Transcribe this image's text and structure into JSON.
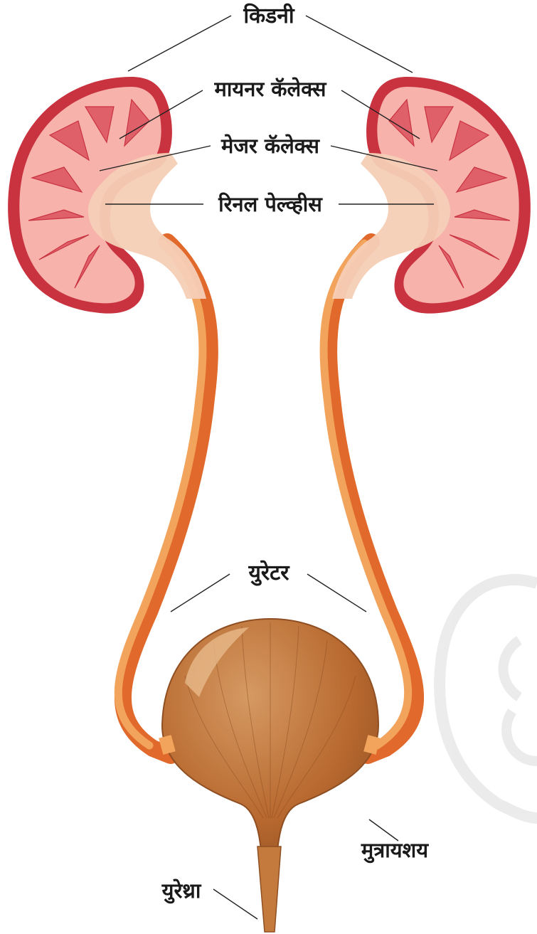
{
  "diagram": {
    "labels": {
      "kidney": "किडनी",
      "minor_calyx": "मायनर कॅलेक्स",
      "major_calyx": "मेजर कॅलेक्स",
      "renal_pelvis": "रिनल पेल्व्हीस",
      "ureter": "युरेटर",
      "bladder": "मुत्रायशय",
      "urethra": "युरेथ्रा"
    },
    "colors": {
      "kidney_capsule": "#c9323f",
      "kidney_cortex": "#f7b2ac",
      "kidney_pyramid": "#e0606a",
      "pelvis": "#f6cfb6",
      "ureter_light": "#f2a35c",
      "ureter_dark": "#e0692b",
      "bladder": "#b8692f",
      "bladder_light": "#d9a06a",
      "leader_line": "#222222"
    }
  }
}
